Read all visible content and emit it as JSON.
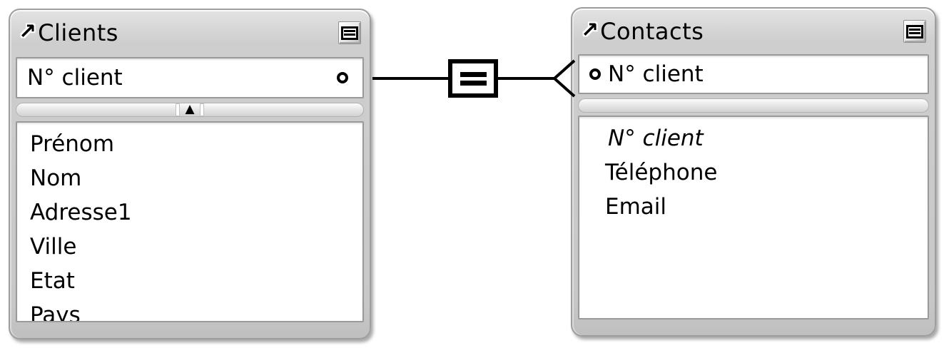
{
  "colors": {
    "frame_gray": "#c9c9c9",
    "panel_white": "#ffffff",
    "line_black": "#000000"
  },
  "icons": {
    "goto_arrow": "↗",
    "collapse_triangle": "▲"
  },
  "diagram": {
    "tables": [
      {
        "title": "Clients",
        "key_field": "N° client",
        "fields": [
          "Prénom",
          "Nom",
          "Adresse1",
          "Ville",
          "Etat",
          "Pays"
        ]
      },
      {
        "title": "Contacts",
        "key_field": "N° client",
        "fields": [
          "N° client",
          "Téléphone",
          "Email"
        ]
      }
    ],
    "relationship": {
      "operator": "=",
      "left_table": "Clients",
      "left_field": "N° client",
      "right_table": "Contacts",
      "right_field": "N° client",
      "right_end": "crow-foot-many"
    }
  }
}
